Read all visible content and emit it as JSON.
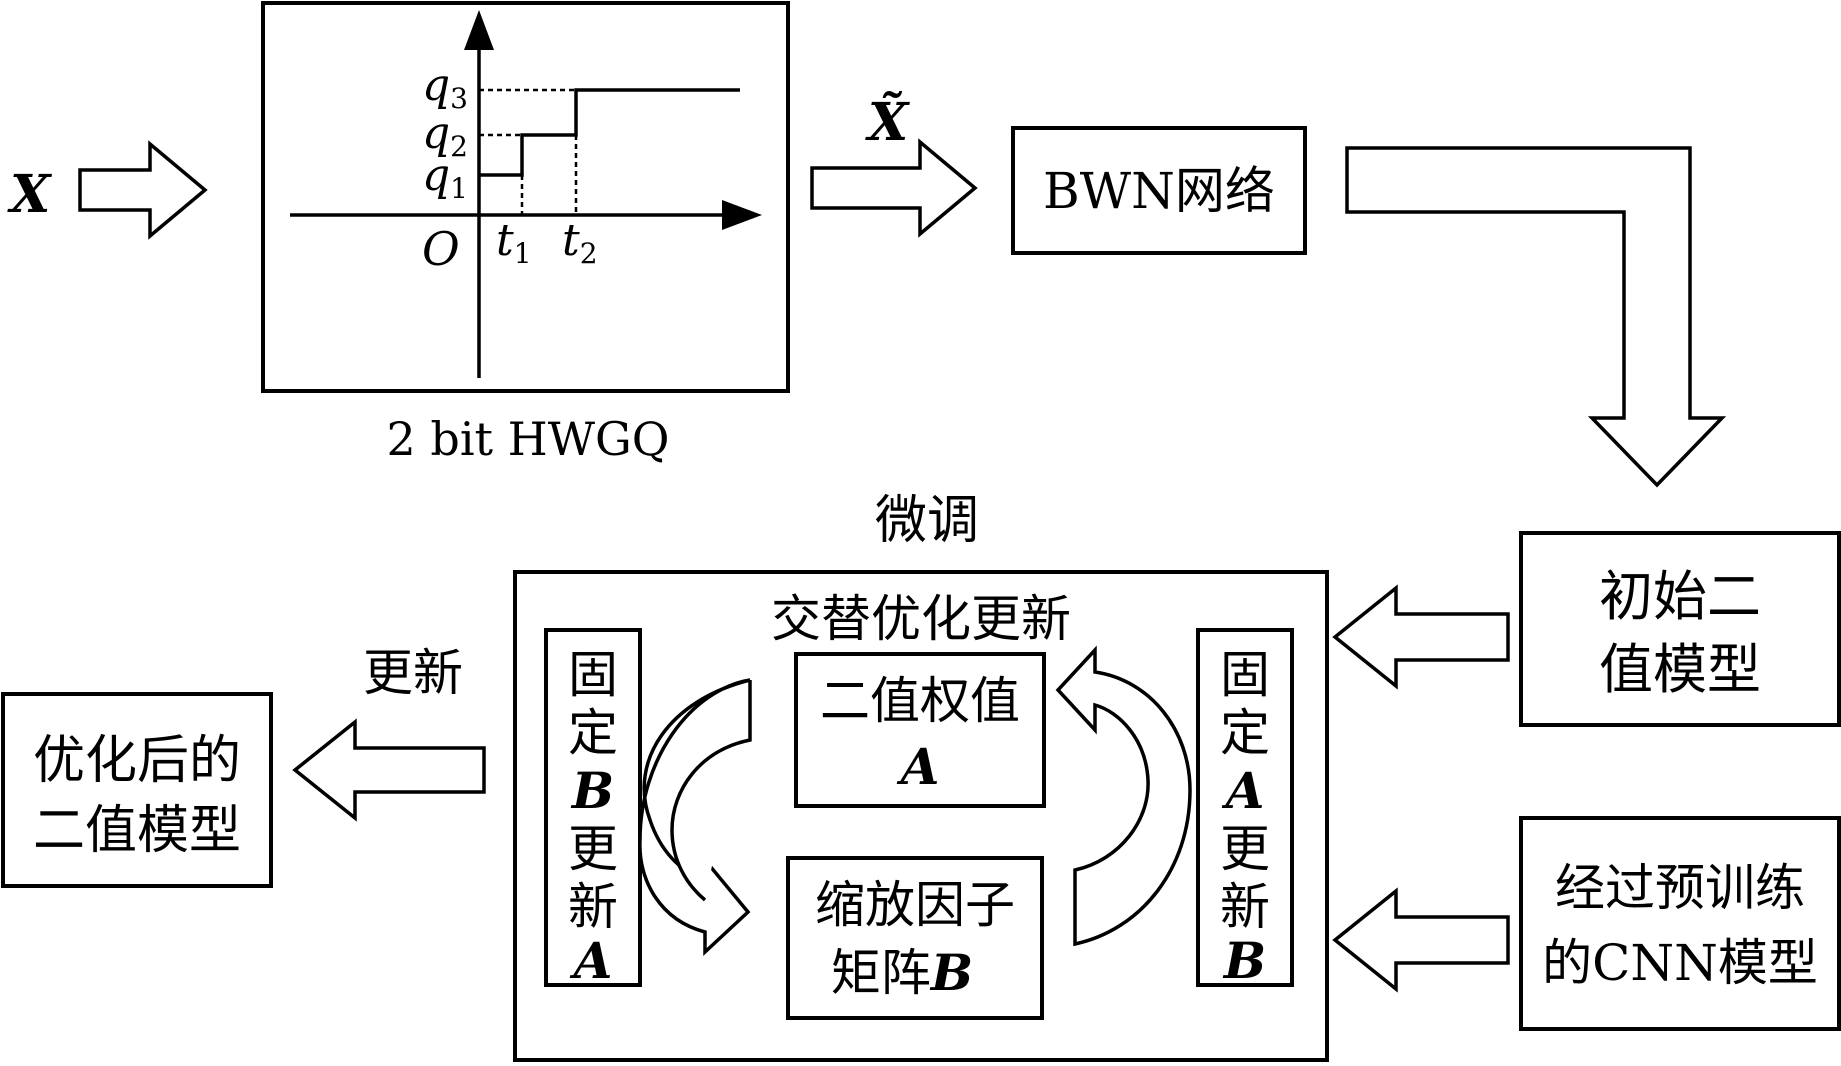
{
  "inputs": {
    "x_label": "X",
    "x_tilde_label": "X̃"
  },
  "hwgq": {
    "caption": "2 bit HWGQ",
    "origin": "O",
    "q_labels": [
      {
        "base": "q",
        "sub": "3"
      },
      {
        "base": "q",
        "sub": "2"
      },
      {
        "base": "q",
        "sub": "1"
      }
    ],
    "t_labels": [
      {
        "base": "t",
        "sub": "1"
      },
      {
        "base": "t",
        "sub": "2"
      }
    ]
  },
  "bwn_box": "BWN网络",
  "initial_binary": [
    "初始二",
    "值模型"
  ],
  "pretrained_cnn": [
    "经过预训练",
    "的CNN模型"
  ],
  "finetune": {
    "title": "微调",
    "alt_title": "交替优化更新",
    "binary_weights": {
      "line1": "二值权值",
      "var": "A"
    },
    "scale_matrix": {
      "line1": "缩放因子",
      "line2": "矩阵",
      "var": "B"
    },
    "left_column": [
      "固",
      "定",
      "B",
      "更",
      "新",
      "A"
    ],
    "right_column": [
      "固",
      "定",
      "A",
      "更",
      "新",
      "B"
    ]
  },
  "update_label": "更新",
  "optimized_model": [
    "优化后的",
    "二值模型"
  ]
}
